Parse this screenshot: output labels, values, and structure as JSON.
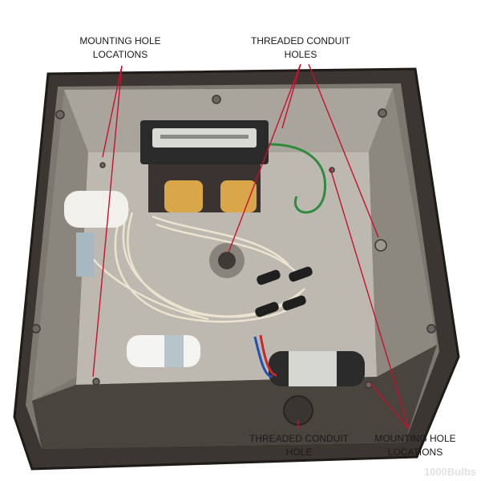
{
  "labels": {
    "mounting_top": {
      "line1": "MOUNTING HOLE",
      "line2": "LOCATIONS"
    },
    "conduit_top": {
      "line1": "THREADED CONDUIT",
      "line2": "HOLES"
    },
    "conduit_bottom": {
      "line1": "THREADED CONDUIT",
      "line2": "HOLE"
    },
    "mounting_bottom": {
      "line1": "MOUNTING HOLE",
      "line2": "LOCATIONS"
    }
  },
  "watermark": "1000Bulbs",
  "colors": {
    "annotation_lines": "#c8102e",
    "housing": "#3d3833",
    "pan": "#b3afa6"
  }
}
